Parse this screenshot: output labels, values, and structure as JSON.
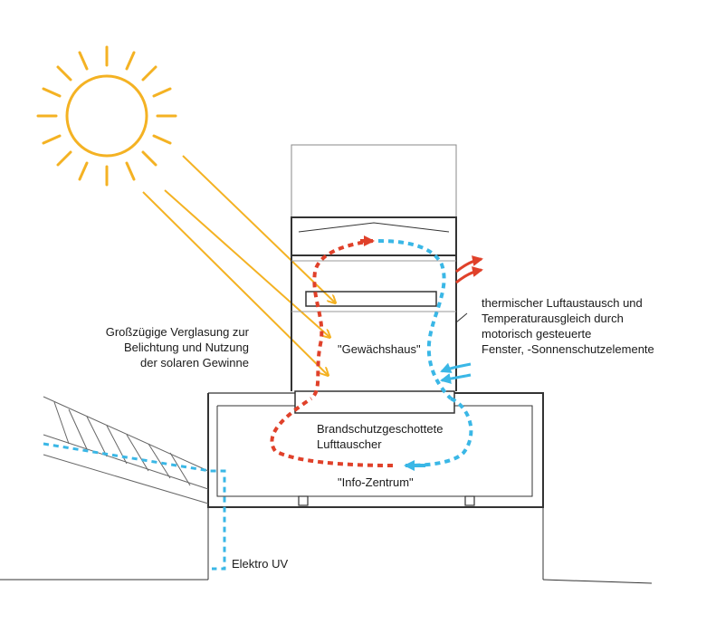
{
  "colors": {
    "sun": "#f4b223",
    "warm_air": "#e0412a",
    "cool_air": "#3ab7e6",
    "structure": "#333333",
    "text": "#1a1a1a"
  },
  "icons": {
    "sun": "sun-icon",
    "warm_arrow": "red-arrow-icon",
    "cool_arrow": "blue-arrow-icon"
  },
  "labels": {
    "glazing": [
      "Großzügige Verglasung zur",
      "Belichtung und Nutzung",
      "der solaren Gewinne"
    ],
    "greenhouse": "\"Gewächshaus\"",
    "ventilation": [
      "thermischer Luftaustausch und",
      "Temperaturausgleich durch",
      "motorisch gesteuerte",
      "Fenster, -Sonnenschutzelemente"
    ],
    "exchanger": [
      "Brandschutzgeschottete",
      "Lufttauscher"
    ],
    "info_center": "\"Info-Zentrum\"",
    "electric": "Elektro UV"
  }
}
